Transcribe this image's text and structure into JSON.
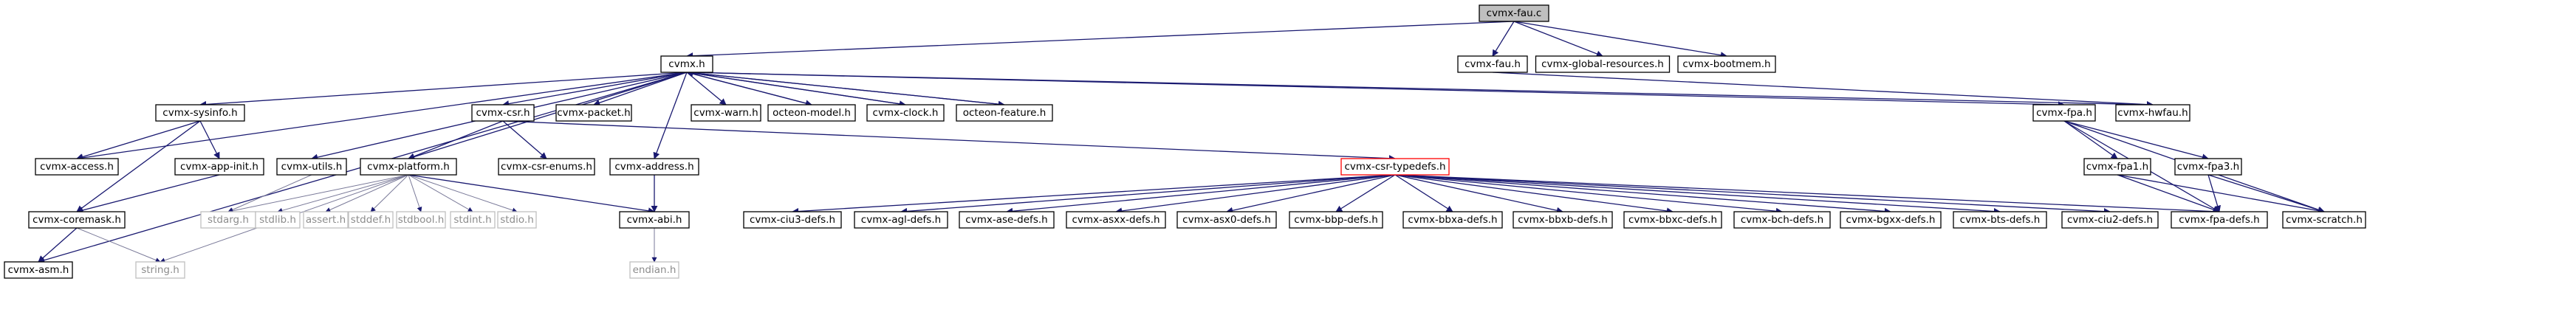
{
  "diagram": {
    "nodes": {
      "cvmx_fau_c": "cvmx-fau.c",
      "cvmx_fau_h": "cvmx-fau.h",
      "cvmx_global_resources_h": "cvmx-global-resources.h",
      "cvmx_bootmem_h": "cvmx-bootmem.h",
      "cvmx_h": "cvmx.h",
      "cvmx_sysinfo_h": "cvmx-sysinfo.h",
      "cvmx_csr_h": "cvmx-csr.h",
      "cvmx_packet_h": "cvmx-packet.h",
      "cvmx_warn_h": "cvmx-warn.h",
      "octeon_model_h": "octeon-model.h",
      "cvmx_clock_h": "cvmx-clock.h",
      "octeon_feature_h": "octeon-feature.h",
      "cvmx_fpa_h": "cvmx-fpa.h",
      "cvmx_hwfau_h": "cvmx-hwfau.h",
      "cvmx_access_h": "cvmx-access.h",
      "cvmx_app_init_h": "cvmx-app-init.h",
      "cvmx_utils_h": "cvmx-utils.h",
      "cvmx_platform_h": "cvmx-platform.h",
      "cvmx_csr_enums_h": "cvmx-csr-enums.h",
      "cvmx_address_h": "cvmx-address.h",
      "cvmx_csr_typedefs_h": "cvmx-csr-typedefs.h",
      "cvmx_fpa1_h": "cvmx-fpa1.h",
      "cvmx_fpa3_h": "cvmx-fpa3.h",
      "cvmx_coremask_h": "cvmx-coremask.h",
      "stdarg_h": "stdarg.h",
      "stdlib_h": "stdlib.h",
      "assert_h": "assert.h",
      "stddef_h": "stddef.h",
      "stdbool_h": "stdbool.h",
      "stdint_h": "stdint.h",
      "stdio_h": "stdio.h",
      "cvmx_abi_h": "cvmx-abi.h",
      "cvmx_ciu3_defs_h": "cvmx-ciu3-defs.h",
      "cvmx_agl_defs_h": "cvmx-agl-defs.h",
      "cvmx_ase_defs_h": "cvmx-ase-defs.h",
      "cvmx_asxx_defs_h": "cvmx-asxx-defs.h",
      "cvmx_asx0_defs_h": "cvmx-asx0-defs.h",
      "cvmx_bbp_defs_h": "cvmx-bbp-defs.h",
      "cvmx_bbxa_defs_h": "cvmx-bbxa-defs.h",
      "cvmx_bbxb_defs_h": "cvmx-bbxb-defs.h",
      "cvmx_bbxc_defs_h": "cvmx-bbxc-defs.h",
      "cvmx_bch_defs_h": "cvmx-bch-defs.h",
      "cvmx_bgxx_defs_h": "cvmx-bgxx-defs.h",
      "cvmx_bts_defs_h": "cvmx-bts-defs.h",
      "cvmx_ciu2_defs_h": "cvmx-ciu2-defs.h",
      "cvmx_fpa_defs_h": "cvmx-fpa-defs.h",
      "cvmx_scratch_h": "cvmx-scratch.h",
      "cvmx_asm_h": "cvmx-asm.h",
      "string_h": "string.h",
      "endian_h": "endian.h"
    }
  }
}
